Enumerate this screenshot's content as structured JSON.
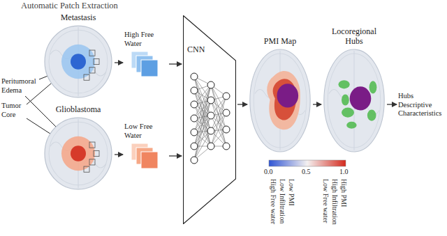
{
  "diagram": {
    "title": "Automatic Patch Extraction",
    "nodes": [
      {
        "text": [
          "Metastasis"
        ]
      },
      {
        "text": [
          "Glioblastoma"
        ]
      },
      {
        "text": [
          "High Free Water"
        ]
      },
      {
        "text": [
          "Low Free Water"
        ]
      },
      {
        "text": [
          "CNN"
        ]
      },
      {
        "text": [
          "PMI Map"
        ]
      },
      {
        "text": [
          "Locoregional Hubs"
        ]
      },
      {
        "text": [
          "Hubs Descriptive Characteristics"
        ]
      }
    ],
    "edges": [
      {
        "from": 0,
        "to": 2,
        "arrow": "to"
      },
      {
        "from": 1,
        "to": 3,
        "arrow": "to"
      },
      {
        "from": 2,
        "to": 4,
        "arrow": "to"
      },
      {
        "from": 3,
        "to": 4,
        "arrow": "to"
      },
      {
        "from": 4,
        "to": 5,
        "arrow": "to"
      },
      {
        "from": 5,
        "to": 6,
        "arrow": "to"
      },
      {
        "from": 6,
        "to": 7,
        "arrow": "to"
      }
    ],
    "labels": [
      "Peritumoral Edema",
      "Tumor Core",
      "0.0",
      "0.5",
      "1.0",
      "Low PMI",
      "Low Infiltration",
      "High Free water",
      "High PMI",
      "High Infiltration",
      "Low Free water"
    ]
  }
}
